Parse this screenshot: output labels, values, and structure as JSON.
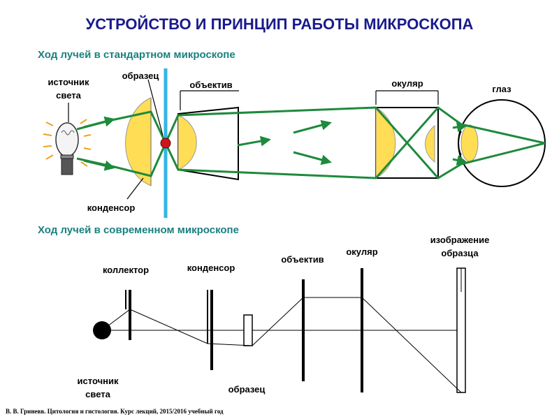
{
  "title": "УСТРОЙСТВО И ПРИНЦИП РАБОТЫ МИКРОСКОПА",
  "section1": {
    "heading": "Ход лучей в стандартном микроскопе",
    "labels": {
      "light_source_line1": "источник",
      "light_source_line2": "света",
      "specimen": "образец",
      "objective": "объектив",
      "eyepiece": "окуляр",
      "eye": "глаз",
      "condenser": "конденсор"
    }
  },
  "section2": {
    "heading": "Ход лучей в современном микроскопе",
    "labels": {
      "collector": "коллектор",
      "condenser": "конденсор",
      "objective": "объектив",
      "eyepiece": "окуляр",
      "image_line1": "изображение",
      "image_line2": "образца",
      "light_source_line1": "источник",
      "light_source_line2": "света",
      "specimen": "образец"
    }
  },
  "footer": "В. В. Гриневв. Цитология и гистология. Курс лекций, 2015/2016 учебный год",
  "colors": {
    "title": "#1a1a8c",
    "subtitle": "#1a8080",
    "ray": "#1e8a3c",
    "lens_fill": "#ffdd55",
    "stage": "#33b5e5",
    "specimen_dot": "#d0141e"
  }
}
